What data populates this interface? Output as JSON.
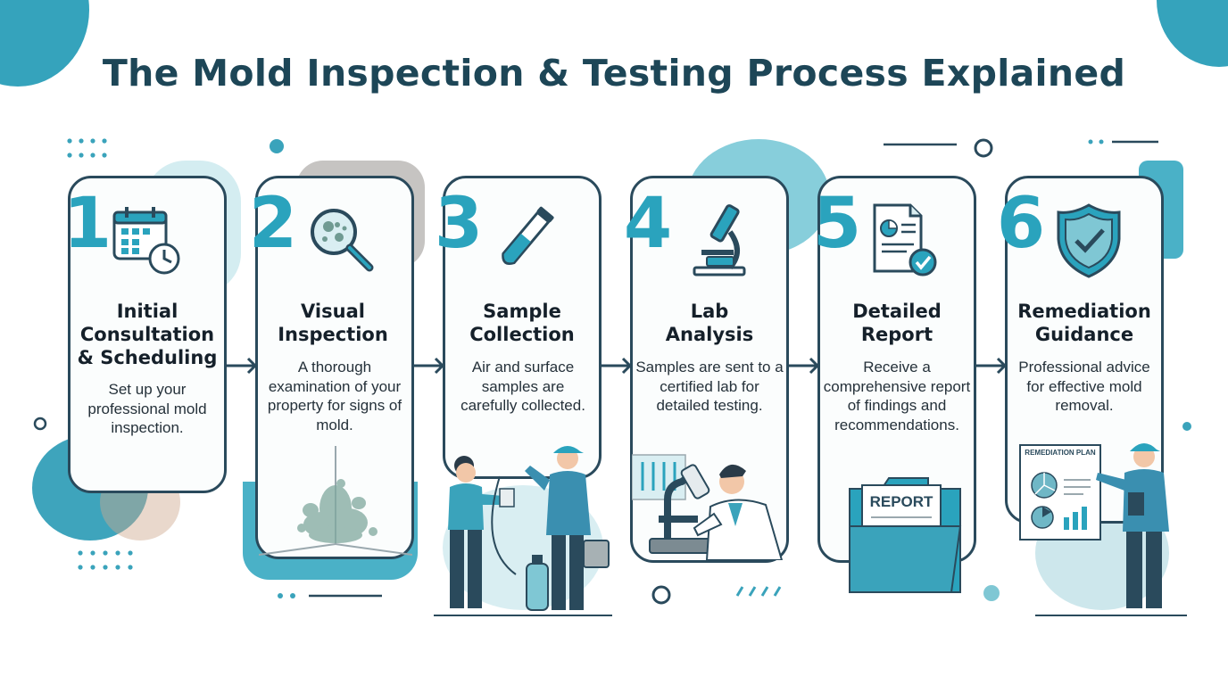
{
  "title": "The Mold Inspection & Testing Process Explained",
  "colors": {
    "teal": "#2aa3bd",
    "dark_navy": "#2a4a5c",
    "title_color": "#1d4657",
    "light_teal": "#cbe9ee"
  },
  "steps": [
    {
      "number": "1",
      "title_lines": [
        "Initial",
        "Consultation",
        "& Scheduling"
      ],
      "description": "Set up your professional mold inspection.",
      "icon": "calendar-clock-icon"
    },
    {
      "number": "2",
      "title_lines": [
        "Visual",
        "Inspection"
      ],
      "description": "A thorough examination of your property for signs of mold.",
      "icon": "magnifying-glass-icon"
    },
    {
      "number": "3",
      "title_lines": [
        "Sample",
        "Collection"
      ],
      "description": "Air and surface samples are carefully collected.",
      "icon": "test-tube-icon"
    },
    {
      "number": "4",
      "title_lines": [
        "Lab",
        "Analysis"
      ],
      "description": "Samples are sent to a certified lab for detailed testing.",
      "icon": "microscope-icon"
    },
    {
      "number": "5",
      "title_lines": [
        "Detailed",
        "Report"
      ],
      "description": "Receive a comprehensive report of findings and recommendations.",
      "icon": "report-document-icon"
    },
    {
      "number": "6",
      "title_lines": [
        "Remediation",
        "Guidance"
      ],
      "description": "Professional advice for effective mold removal.",
      "icon": "shield-check-icon"
    }
  ],
  "illustrations": {
    "report_label": "REPORT",
    "plan_label": "REMEDIATION PLAN"
  }
}
